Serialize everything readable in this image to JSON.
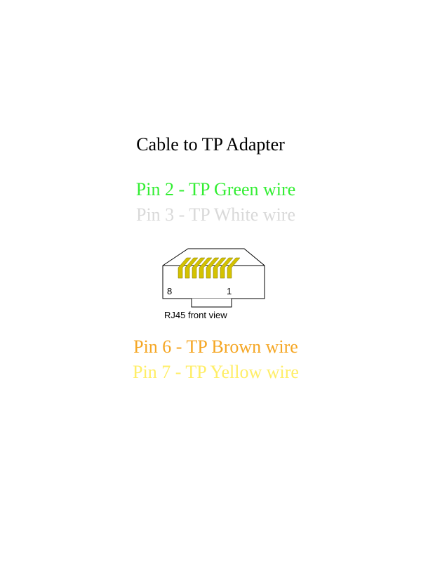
{
  "title": "Cable to TP Adapter",
  "pins_top": [
    {
      "text": "Pin 2 - TP Green wire",
      "color": "#33ee33"
    },
    {
      "text": "Pin 3 - TP White wire",
      "color": "#d9d9d9"
    }
  ],
  "pins_bottom": [
    {
      "text": "Pin 6 - TP Brown wire",
      "color": "#f5a623"
    },
    {
      "text": "Pin 7 - TP Yellow wire",
      "color": "#ffee66"
    }
  ],
  "connector": {
    "left_pin_label": "8",
    "right_pin_label": "1",
    "caption": "RJ45 front view",
    "contact_color": "#d4c200",
    "contact_count": 8
  }
}
